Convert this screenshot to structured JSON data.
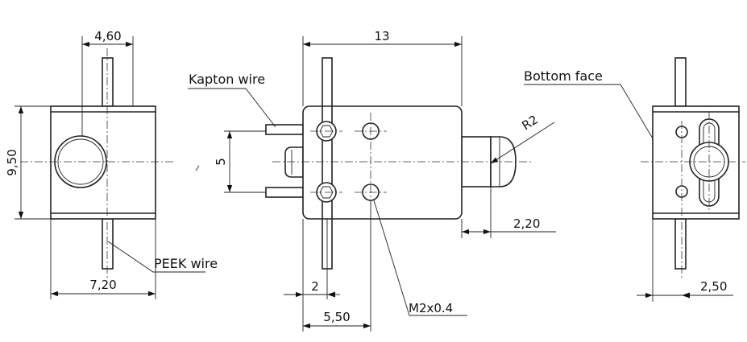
{
  "views": {
    "side_view": {
      "dim_top": "4,60",
      "dim_left": "9,50",
      "dim_bottom": "7,20",
      "label_wire": "PEEK wire"
    },
    "front_view": {
      "dim_top": "13",
      "dim_vertical": "5",
      "dim_radius": "R2",
      "dim_right_offset": "2,20",
      "dim_hole_a": "2",
      "dim_hole_b": "5,50",
      "label_wire": "Kapton wire",
      "label_thread": "M2x0.4"
    },
    "bottom_view": {
      "label_face": "Bottom face",
      "dim_bottom": "2,50"
    }
  }
}
